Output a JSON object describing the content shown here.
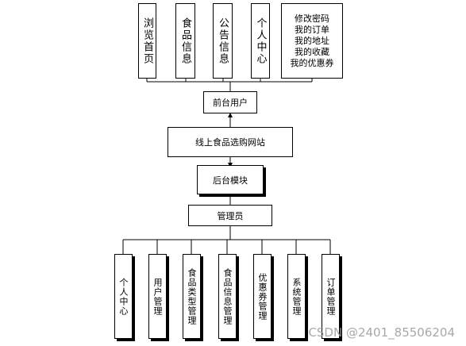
{
  "top_boxes": [
    "浏览首页",
    "食品信息",
    "公告信息",
    "个人中心"
  ],
  "personal_center_items": [
    "修改密码",
    "我的订单",
    "我的地址",
    "我的收藏",
    "我的优惠券"
  ],
  "front_user": "前台用户",
  "website": "线上食品选购网站",
  "backend_module": "后台模块",
  "admin": "管理员",
  "admin_modules": [
    "个人中心",
    "用户管理",
    "食品类型管理",
    "食品信息管理",
    "优惠券管理",
    "系统管理",
    "订单管理"
  ],
  "watermark": "CSDN @2401_85506204"
}
